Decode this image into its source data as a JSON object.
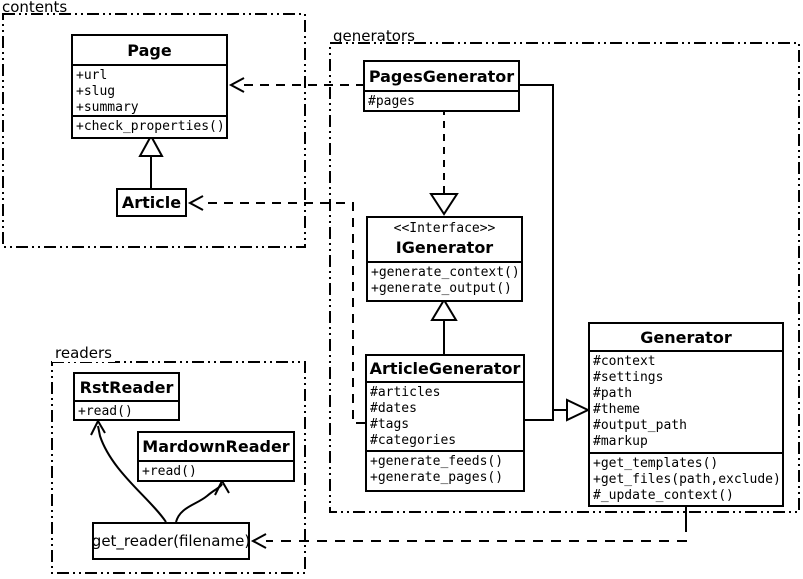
{
  "packages": {
    "contents": {
      "label": "contents"
    },
    "generators": {
      "label": "generators"
    },
    "readers": {
      "label": "readers"
    }
  },
  "classes": {
    "page": {
      "title": "Page",
      "attributes": [
        "+url",
        "+slug",
        "+summary"
      ],
      "methods": [
        "+check_properties()"
      ]
    },
    "article": {
      "title": "Article"
    },
    "pages_generator": {
      "title": "PagesGenerator",
      "attributes": [
        "#pages"
      ]
    },
    "igenerator": {
      "stereotype": "<<Interface>>",
      "title": "IGenerator",
      "methods": [
        "+generate_context()",
        "+generate_output()"
      ]
    },
    "article_generator": {
      "title": "ArticleGenerator",
      "attributes": [
        "#articles",
        "#dates",
        "#tags",
        "#categories"
      ],
      "methods": [
        "+generate_feeds()",
        "+generate_pages()"
      ]
    },
    "generator": {
      "title": "Generator",
      "attributes": [
        "#context",
        "#settings",
        "#path",
        "#theme",
        "#output_path",
        "#markup"
      ],
      "methods": [
        "+get_templates()",
        "+get_files(path,exclude)",
        "#_update_context()"
      ]
    },
    "rst_reader": {
      "title": "RstReader",
      "methods": [
        "+read()"
      ]
    },
    "mardown_reader": {
      "title": "MardownReader",
      "methods": [
        "+read()"
      ]
    }
  },
  "functions": {
    "get_reader": {
      "label": "get_reader(filename)"
    }
  },
  "edges": [
    {
      "from": "Article",
      "to": "Page",
      "type": "generalization"
    },
    {
      "from": "PagesGenerator",
      "to": "Page",
      "type": "dependency"
    },
    {
      "from": "ArticleGenerator",
      "to": "Article",
      "type": "dependency"
    },
    {
      "from": "PagesGenerator",
      "to": "IGenerator",
      "type": "realization"
    },
    {
      "from": "ArticleGenerator",
      "to": "IGenerator",
      "type": "generalization"
    },
    {
      "from": "PagesGenerator",
      "to": "Generator",
      "type": "generalization"
    },
    {
      "from": "ArticleGenerator",
      "to": "Generator",
      "type": "generalization"
    },
    {
      "from": "Generator",
      "to": "get_reader(filename)",
      "type": "dependency"
    },
    {
      "from": "get_reader(filename)",
      "to": "RstReader",
      "type": "arrow"
    },
    {
      "from": "get_reader(filename)",
      "to": "MardownReader",
      "type": "arrow"
    }
  ],
  "colors": {
    "line": "#000000",
    "background": "#ffffff"
  }
}
